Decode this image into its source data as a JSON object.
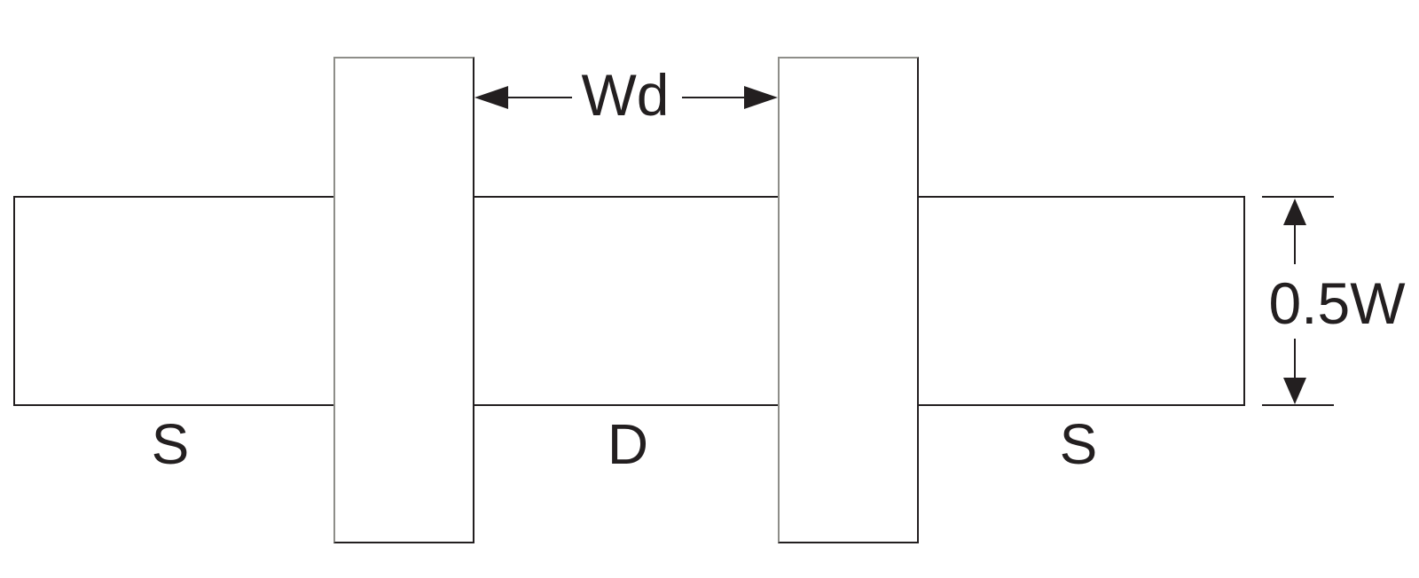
{
  "diagram": {
    "description": "Interdigitated transistor layout: horizontal diffusion bar with two vertical gate fingers",
    "regions": {
      "left_source": "S",
      "drain": "D",
      "right_source": "S"
    },
    "dimensions": {
      "gate_spacing": "Wd",
      "finger_width": "0.5W"
    },
    "colors": {
      "line": "#231f20",
      "gate_edge_highlight": "#8e8e89",
      "background": "#ffffff"
    }
  }
}
